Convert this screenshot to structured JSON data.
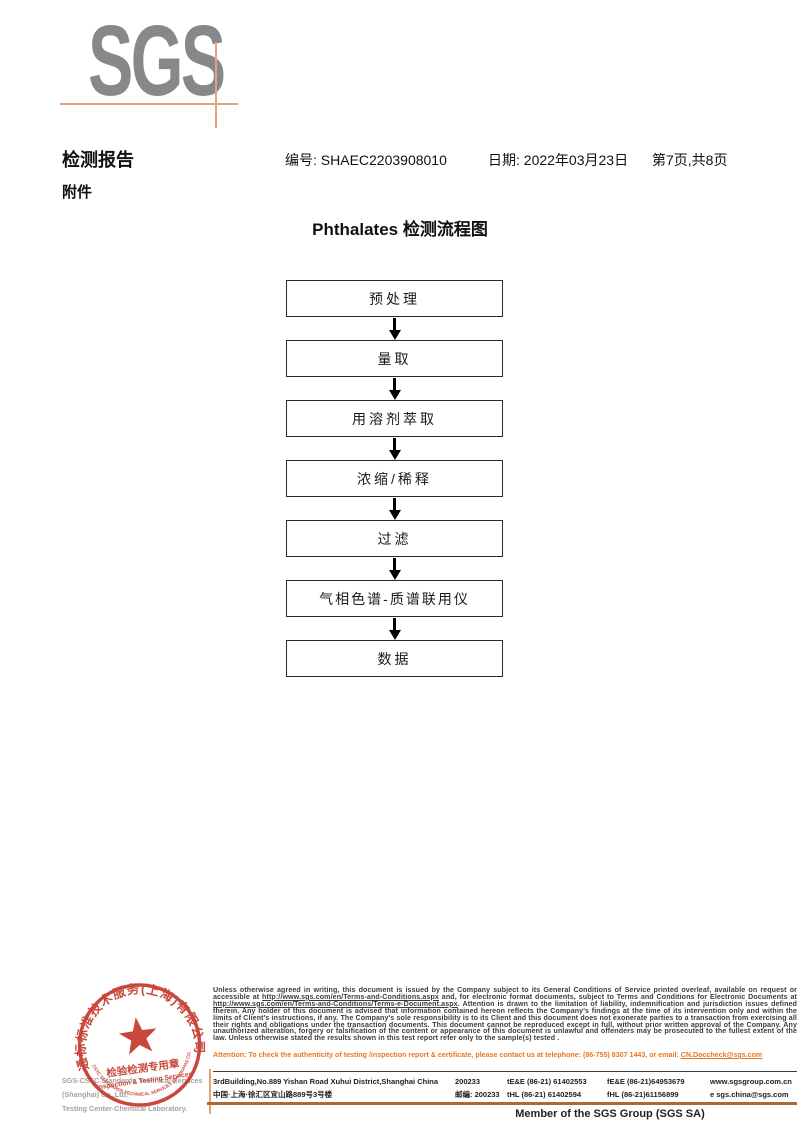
{
  "header": {
    "logo_text": "SGS",
    "report_title": "检测报告",
    "report_no_label": "编号:",
    "report_no_value": "SHAEC2203908010",
    "date_label": "日期:",
    "date_value": "2022年03月23日",
    "page_info": "第7页,共8页",
    "attachment_label": "附件"
  },
  "flowchart": {
    "title": "Phthalates 检测流程图",
    "steps": [
      "预处理",
      "量取",
      "用溶剂萃取",
      "浓缩/稀释",
      "过滤",
      "气相色谱-质谱联用仪",
      "数据"
    ]
  },
  "stamp": {
    "ring_text_top": "通标标准技术服务(上海)有限公司",
    "ring_text_bottom": "SGS-CSTC STANDARDS TECHNICAL SERVICES (SHANGHAI) CO.,LTD.",
    "center_line1": "检验检测专用章",
    "center_line2": "Inspection & Testing Services",
    "company_line1": "SGS-CSTC Standards Technical Services (Shanghai) Co.,Ltd.",
    "company_line2": "Testing Center-Chemical Laboratory."
  },
  "footer": {
    "legal_part1": "Unless otherwise agreed in writing, this document is issued by the Company subject to its General Conditions of Service printed overleaf, available on request or accessible at ",
    "legal_url1": "http://www.sgs.com/en/Terms-and-Conditions.aspx",
    "legal_part2": " and, for electronic format documents, subject to Terms and Conditions for Electronic Documents at ",
    "legal_url2": "http://www.sgs.com/en/Terms-and-Conditions/Terms-e-Document.aspx",
    "legal_part3": ". Attention is drawn to the limitation of liability, indemnification and jurisdiction issues defined therein. Any holder of this document is advised that information contained hereon reflects the Company's findings at the time of its intervention only and within the limits of Client's instructions, if any. The Company's sole responsibility is to its Client and this document does not exonerate parties to a transaction from exercising all their rights and obligations under the transaction documents. This document cannot be reproduced except in full, without prior written approval of the Company. Any unauthorized alteration, forgery or falsification of the content or appearance of this document is unlawful and offenders may be prosecuted to the fullest extent of the law. Unless otherwise stated the results shown in this test report refer only to the sample(s) tested .",
    "attention_part": "Attention: To check the authenticity of testing /inspection report & certificate, please contact us at telephone: (86-755) 8307 1443, or email: ",
    "attention_email": "CN.Doccheck@sgs.com",
    "address_en": "3rdBuilding,No.889 Yishan Road Xuhui District,Shanghai China",
    "postcode_en": "200233",
    "tel1": "tE&E (86-21) 61402553",
    "fax1": "fE&E (86-21)64953679",
    "web": "www.sgsgroup.com.cn",
    "address_cn": "中国·上海·徐汇区宜山路889号3号楼",
    "postcode_cn": "邮编: 200233",
    "tel2": "tHL (86-21) 61402594",
    "fax2": "fHL (86-21)61156899",
    "email": "e sgs.china@sgs.com",
    "member_text": "Member of the SGS Group (SGS SA)"
  },
  "colors": {
    "logo_gray": "#87888a",
    "crosshair_orange": "#e2a379",
    "attention_orange": "#e87722",
    "stamp_red": "#c43a2c",
    "footer_rule_brown": "#a96a35"
  }
}
